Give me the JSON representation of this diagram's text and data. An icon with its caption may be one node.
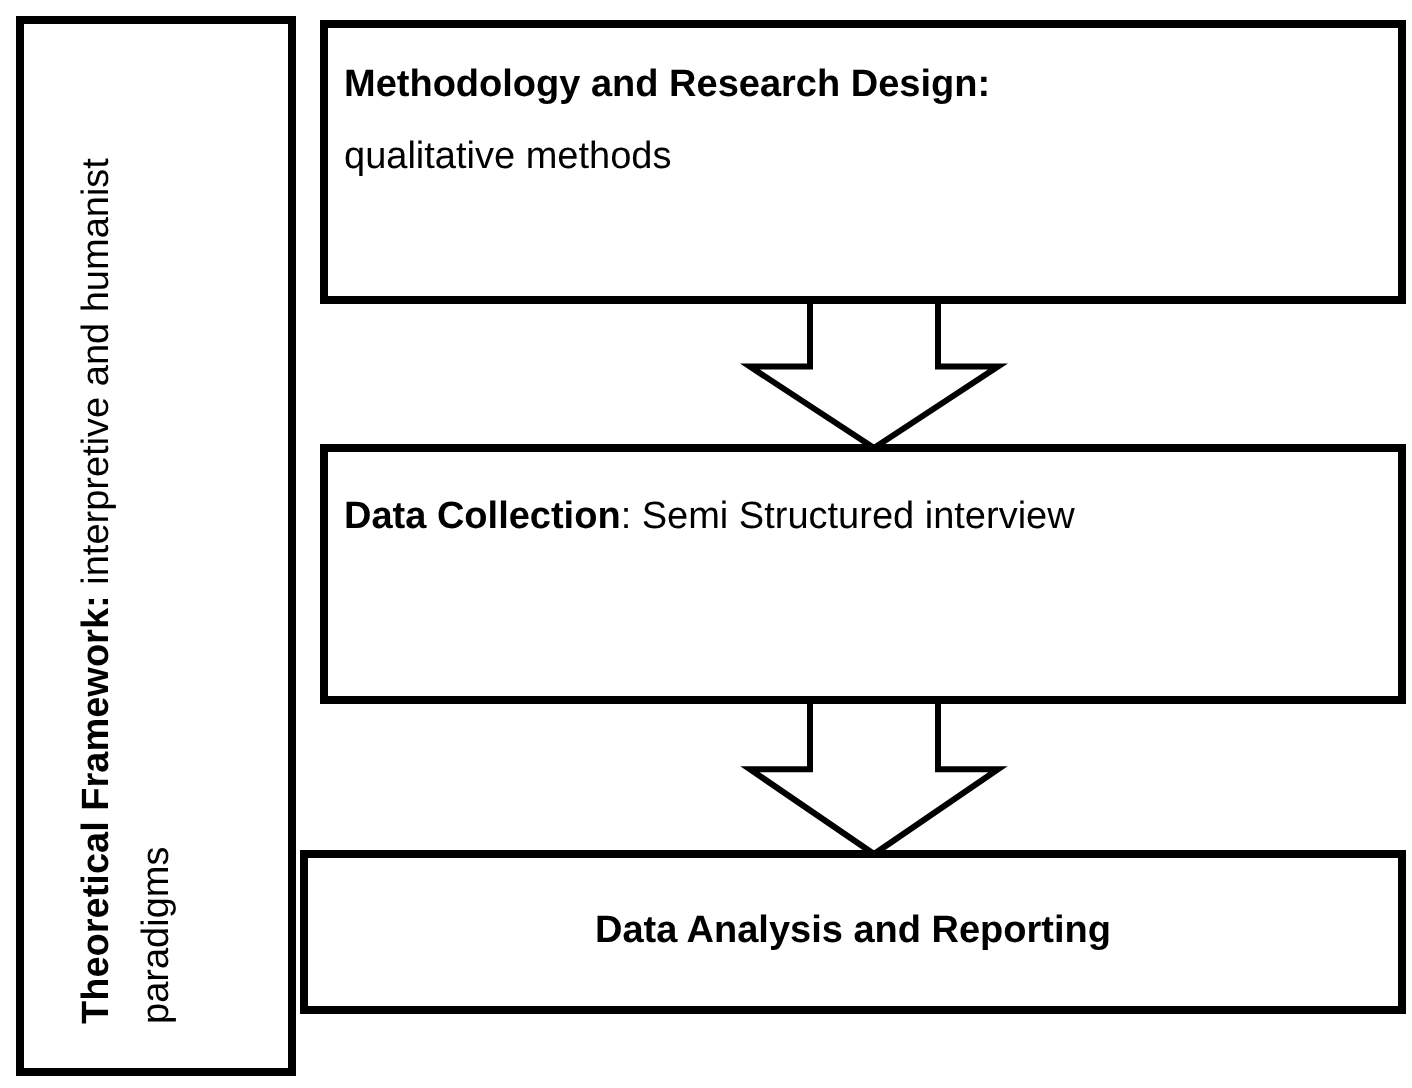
{
  "diagram": {
    "nodes": [
      {
        "text": [
          "**Theoretical Framework:** interpretive and humanist paradigms"
        ]
      },
      {
        "text": [
          "Methodology and Research Design:",
          "qualitative methods"
        ]
      },
      {
        "text": [
          "**Data Collection**:  Semi Structured interview"
        ]
      },
      {
        "text": [
          "Data Analysis and Reporting"
        ]
      }
    ],
    "edges": [
      {
        "from": 1,
        "to": 2,
        "arrow": "to"
      },
      {
        "from": 2,
        "to": 3,
        "arrow": "to"
      }
    ]
  }
}
